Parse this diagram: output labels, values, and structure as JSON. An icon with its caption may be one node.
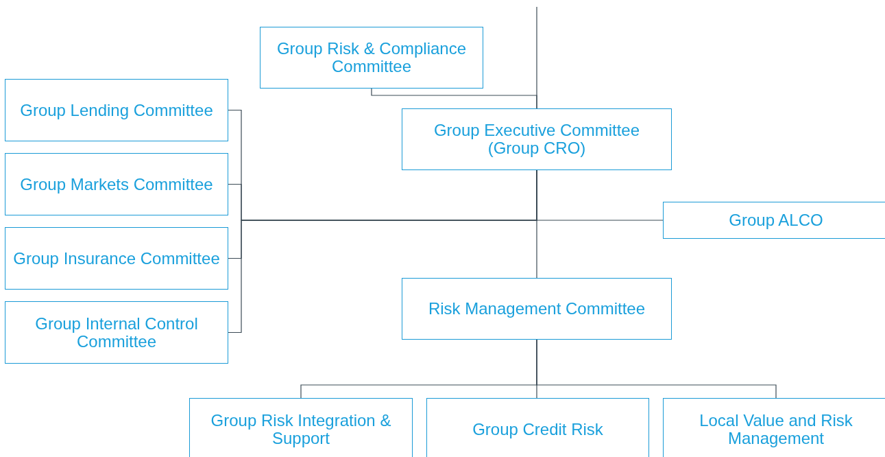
{
  "diagram": {
    "nodes": [
      {
        "text": [
          "Group Risk & Compliance Committee"
        ]
      },
      {
        "text": [
          "Group Lending Committee"
        ]
      },
      {
        "text": [
          "Group Markets Committee"
        ]
      },
      {
        "text": [
          "Group Insurance Committee"
        ]
      },
      {
        "text": [
          "Group Internal Control Committee"
        ]
      },
      {
        "text": [
          "Group Executive Committee (Group CRO)"
        ]
      },
      {
        "text": [
          "Group ALCO"
        ]
      },
      {
        "text": [
          "Risk Management Committee"
        ]
      },
      {
        "text": [
          "Group Risk Integration & Support"
        ]
      },
      {
        "text": [
          "Group Credit Risk"
        ]
      },
      {
        "text": [
          "Local Value and Risk Management"
        ]
      }
    ],
    "edges": [
      {
        "from": null,
        "to": 5,
        "arrow": "none"
      },
      {
        "from": 0,
        "to": 5,
        "arrow": "none"
      },
      {
        "from": 1,
        "to": 5,
        "arrow": "none"
      },
      {
        "from": 2,
        "to": 5,
        "arrow": "none"
      },
      {
        "from": 3,
        "to": 5,
        "arrow": "none"
      },
      {
        "from": 4,
        "to": 5,
        "arrow": "none"
      },
      {
        "from": 6,
        "to": 5,
        "arrow": "none"
      },
      {
        "from": 5,
        "to": 7,
        "arrow": "none"
      },
      {
        "from": 7,
        "to": 8,
        "arrow": "none"
      },
      {
        "from": 7,
        "to": 9,
        "arrow": "none"
      },
      {
        "from": 7,
        "to": 10,
        "arrow": "none"
      }
    ]
  }
}
